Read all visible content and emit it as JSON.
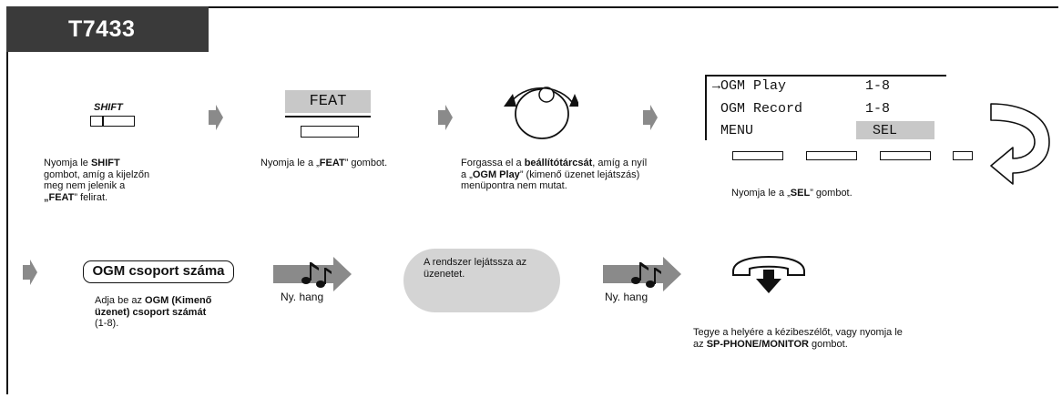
{
  "model_label": "T7433",
  "step1": {
    "key_label": "SHIFT",
    "text_pre": "Nyomja le ",
    "text_bold": "SHIFT",
    "text_post": "gombot, amíg a kijelzőn meg nem jelenik a",
    "text_quote_open": "„",
    "text_bold2": "FEAT",
    "text_post2": "” felirat."
  },
  "step2": {
    "display_label": "FEAT",
    "text_pre": "Nyomja le a „",
    "text_bold": "FEAT",
    "text_post": "” gombot."
  },
  "step3": {
    "text_pre": "Forgassa el a ",
    "text_bold": "beállítótárcsát",
    "text_mid": ", amíg a nyíl a „",
    "text_bold2": "OGM Play",
    "text_post": "” (kimenő üzenet lejátszás) menüpontra nem mutat."
  },
  "step4": {
    "lcd_row1_left": "→OGM Play",
    "lcd_row1_right": "1-8",
    "lcd_row2_left": " OGM Record",
    "lcd_row2_right": "1-8",
    "lcd_row3_left": " MENU",
    "lcd_row3_right": "SEL",
    "text_pre": "Nyomja le a „",
    "text_bold": "SEL",
    "text_post": "” gombot."
  },
  "step5": {
    "box_label": "OGM csoport száma",
    "text_pre": "Adja be az ",
    "text_bold": "OGM (Kimenő üzenet) csoport számát",
    "text_post": " (1-8)."
  },
  "tone1": {
    "label": "Ny. hang"
  },
  "bubble": {
    "text": "A rendszer lejátssza az üzenetet."
  },
  "tone2": {
    "label": "Ny. hang"
  },
  "step6": {
    "text_pre": "Tegye a helyére a kézibeszélőt, vagy nyomja le az ",
    "text_bold": "SP-PHONE/MONITOR",
    "text_post": " gombot."
  },
  "colors": {
    "tab": "#3a3a3a",
    "arrow": "#8a8a8a",
    "highlight": "#c8c8c8"
  }
}
